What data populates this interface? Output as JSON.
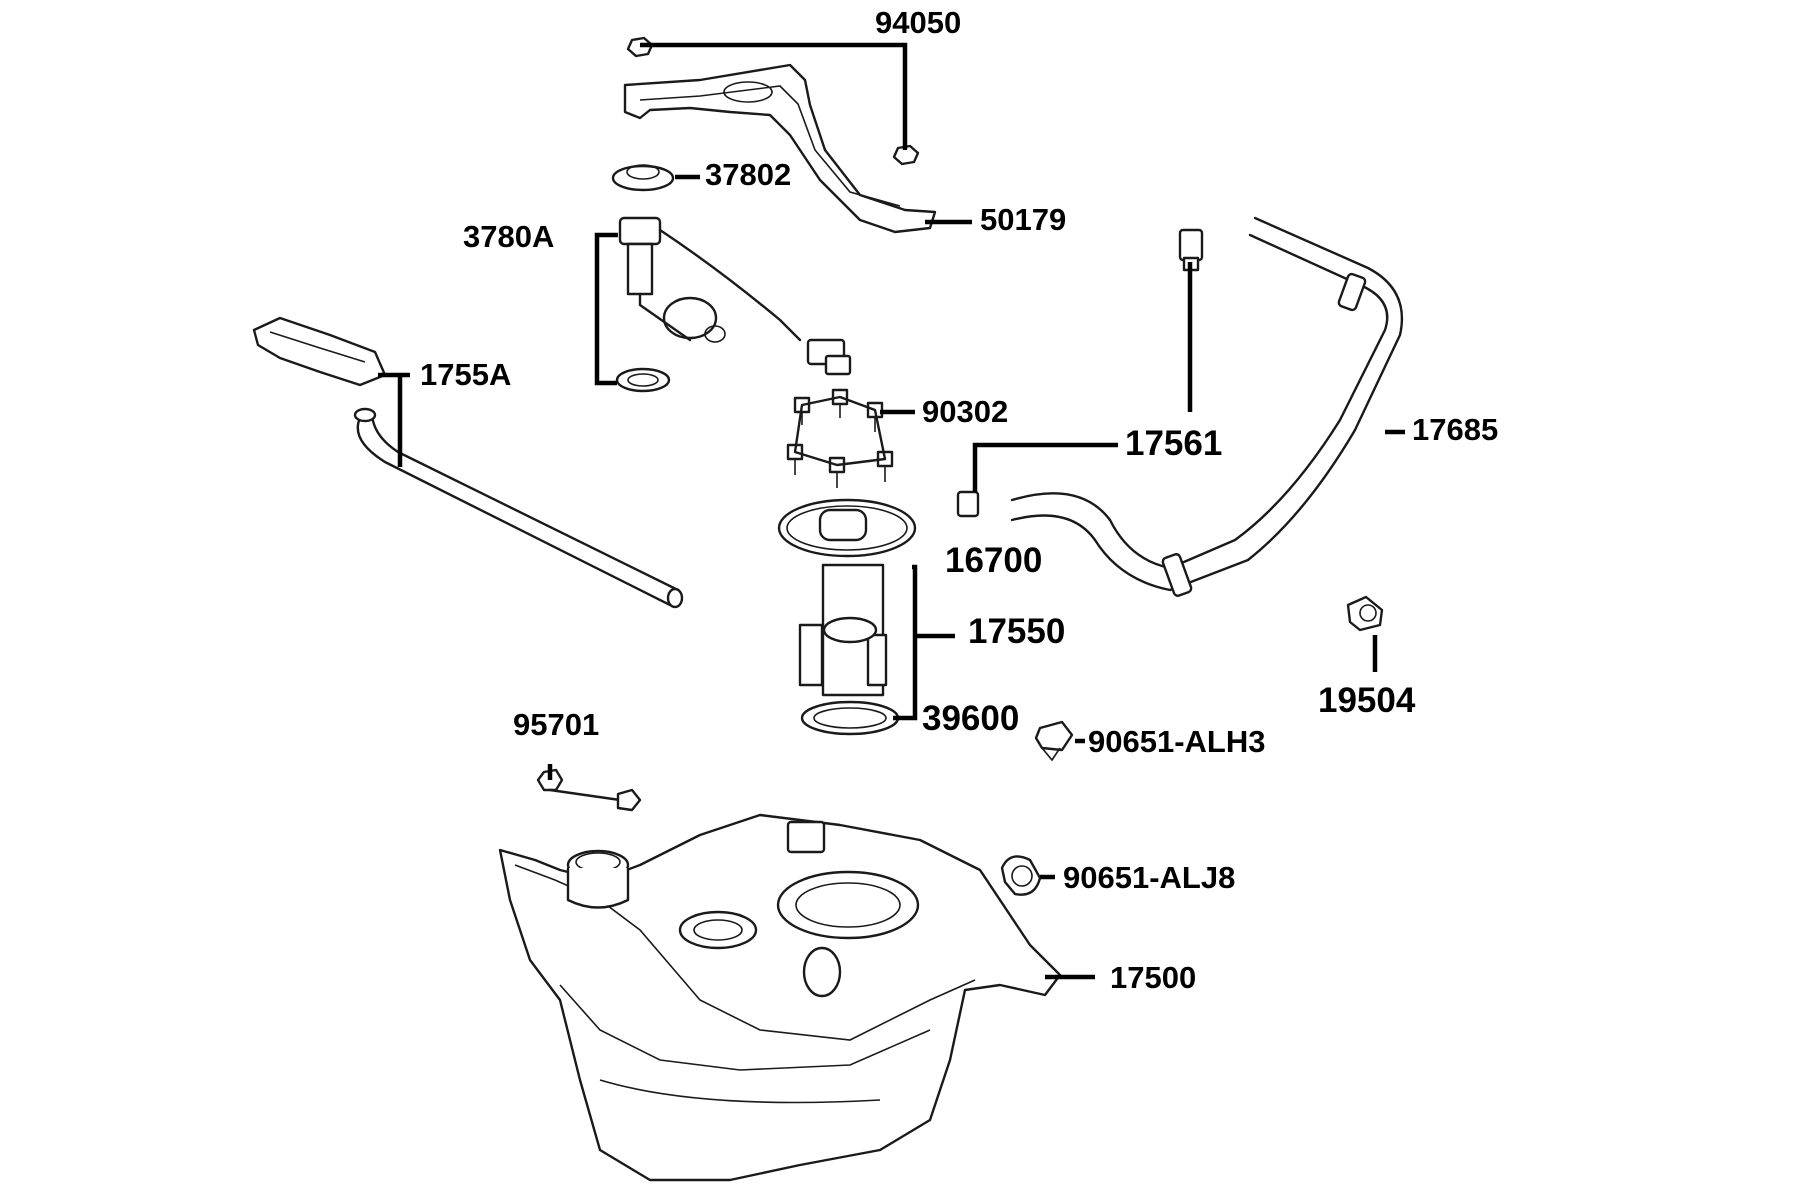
{
  "parts": {
    "nut": "94050",
    "damper_cap": "37802",
    "bracket": "50179",
    "fuel_sender": "3780A",
    "overflow_hose": "1755A",
    "bolts": "90302",
    "vent_connector": "17561",
    "vent_hose": "17685",
    "pump_flange": "16700",
    "fuel_pump": "17550",
    "gasket": "39600",
    "clamp_small": "19504",
    "bolt_tank": "95701",
    "clip_alh3": "90651-ALH3",
    "clip_alj8": "90651-ALJ8",
    "fuel_tank": "17500"
  }
}
